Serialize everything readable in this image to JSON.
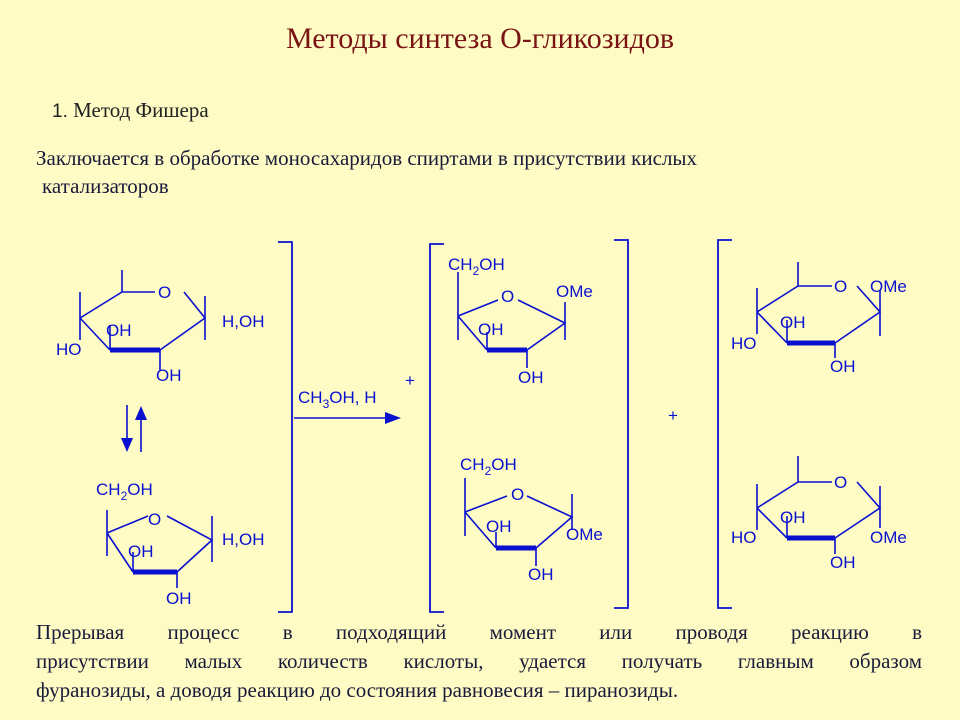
{
  "title": "Методы синтеза О-гликозидов",
  "subtitle_num": "1.",
  "subtitle_text": "Метод Фишера",
  "intro_line1": "Заключается в обработке моносахаридов спиртами в присутствии кислых",
  "intro_line2": "катализаторов",
  "scheme": {
    "o": "O",
    "oh": "OH",
    "ho": "HO",
    "h_oh": "H,OH",
    "ch2oh": "CH2OH",
    "ome": "OMe",
    "reagent": "CH3OH, H",
    "plus_sup": "+",
    "plus": "+"
  },
  "bottom_line1": "Прерывая процесс в подходящий момент или проводя реакцию в",
  "bottom_line2": "присутствии малых количеств кислоты, удается получать главным образом",
  "bottom_line3": "фуранозиды, а доводя реакцию до состояния равновесия – пиранозиды."
}
